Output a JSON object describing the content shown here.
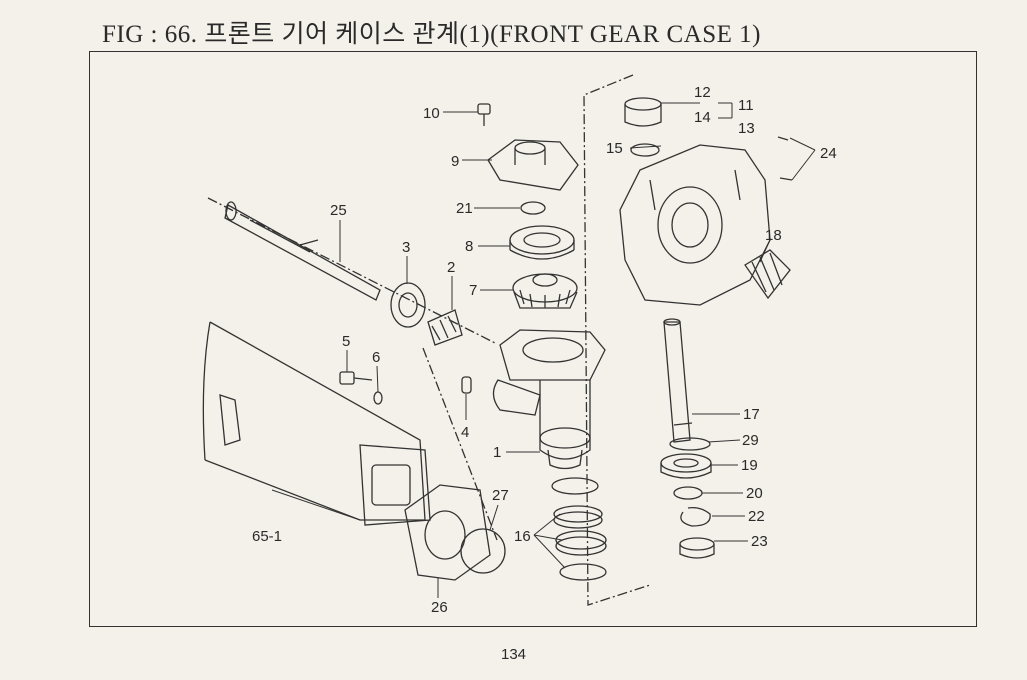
{
  "title": "FIG : 66. 프론트 기어 케이스 관계(1)(FRONT GEAR CASE 1)",
  "page_number": "134",
  "callouts": {
    "c10": "10",
    "c9": "9",
    "c21": "21",
    "c8": "8",
    "c7": "7",
    "c25": "25",
    "c3": "3",
    "c2": "2",
    "c5": "5",
    "c6": "6",
    "c4": "4",
    "c1": "1",
    "c27": "27",
    "c16": "16",
    "c65_1": "65-1",
    "c26": "26",
    "c12": "12",
    "c14": "14",
    "c11": "11",
    "c13": "13",
    "c15": "15",
    "c24": "24",
    "c18": "18",
    "c17": "17",
    "c29": "29",
    "c19": "19",
    "c20": "20",
    "c22": "22",
    "c23": "23"
  }
}
